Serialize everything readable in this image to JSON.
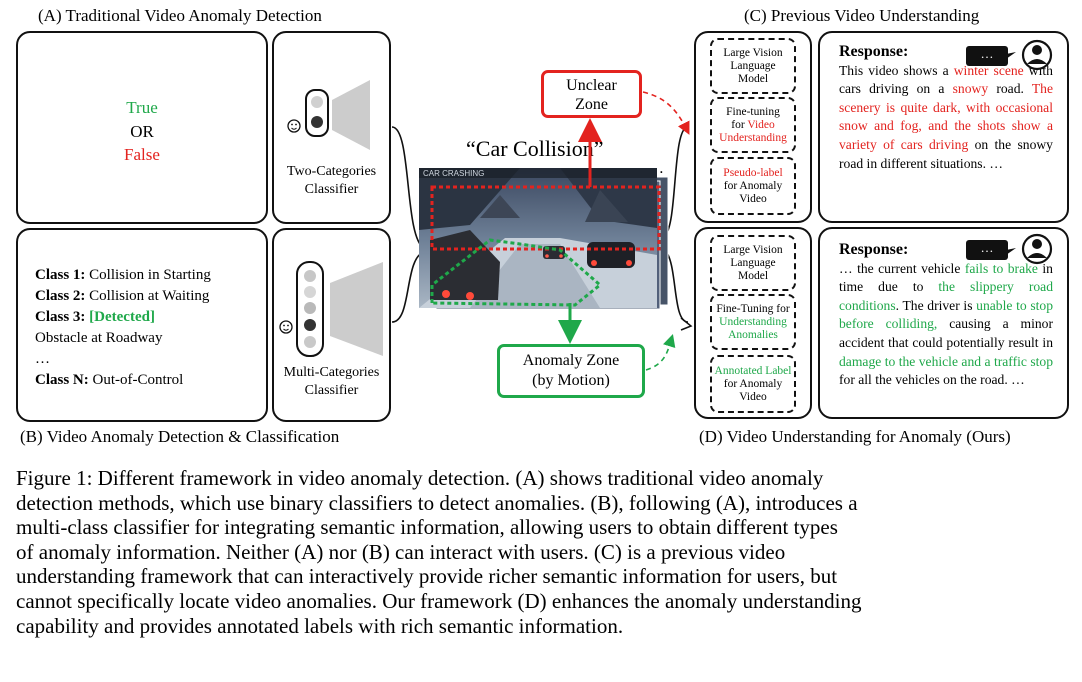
{
  "panels": {
    "a_title": "(A) Traditional Video Anomaly Detection",
    "b_title": "(B) Video Anomaly Detection & Classification",
    "c_title": "(C) Previous Video Understanding",
    "d_title": "(D) Video Understanding for Anomaly (Ours)"
  },
  "panel_a": {
    "true_text": "True",
    "or_text": "OR",
    "false_text": "False",
    "classifier": [
      "Two-Categories",
      "Classifier"
    ]
  },
  "panel_b": {
    "classes": [
      {
        "label": "Class 1:",
        "text": " Collision in Starting"
      },
      {
        "label": "Class 2:",
        "text": " Collision at Waiting"
      },
      {
        "label": "Class 3:",
        "text": " ",
        "detected": "[Detected]"
      },
      {
        "label": "",
        "text": "Obstacle at Roadway"
      },
      {
        "label": "",
        "text": "…"
      },
      {
        "label": "Class N:",
        "text": " Out-of-Control"
      }
    ],
    "classifier": [
      "Multi-Categories",
      "Classifier"
    ]
  },
  "center": {
    "quote": "“Car Collision”",
    "dots": "…",
    "frame_text": "CAR CRASHING",
    "unclear_zone": [
      "Unclear",
      "Zone"
    ],
    "anomaly_zone": [
      "Anomaly Zone",
      "(by Motion)"
    ]
  },
  "panel_c": {
    "lvlm": [
      "Large Vision",
      "Language",
      "Model"
    ],
    "finetune": [
      "Fine-tuning",
      "for ",
      "Video",
      "Understanding"
    ],
    "pseudo": [
      "Pseudo-label",
      "for Anomaly",
      "Video"
    ],
    "bubble": "…",
    "response_title": "Response:",
    "response": [
      {
        "t": "This video shows a ",
        "c": ""
      },
      {
        "t": "winter scene",
        "c": "red"
      },
      {
        "t": " with cars driving on a ",
        "c": ""
      },
      {
        "t": "snowy",
        "c": "red"
      },
      {
        "t": " road. ",
        "c": ""
      },
      {
        "t": "The scenery is quite dark, with occasional snow and fog, and the shots show a variety of cars driving",
        "c": "red"
      },
      {
        "t": " on the snowy road in different situations. …",
        "c": ""
      }
    ]
  },
  "panel_d": {
    "lvlm": [
      "Large Vision",
      "Language",
      "Model"
    ],
    "finetune": [
      "Fine-Tuning for",
      "Understanding",
      "Anomalies"
    ],
    "annotated": [
      "Annotated Label",
      "for Anomaly",
      "Video"
    ],
    "bubble": "…",
    "response_title": "Response:",
    "response": [
      {
        "t": "… the current vehicle ",
        "c": ""
      },
      {
        "t": "fails to brake",
        "c": "green"
      },
      {
        "t": " in time due to ",
        "c": ""
      },
      {
        "t": "the slippery road conditions",
        "c": "green"
      },
      {
        "t": ". The driver is ",
        "c": ""
      },
      {
        "t": "unable to stop before colliding,",
        "c": "green"
      },
      {
        "t": " causing a minor accident that could potentially result in ",
        "c": ""
      },
      {
        "t": "damage to the vehicle and a traffic stop",
        "c": "green"
      },
      {
        "t": " for all the vehicles on the road. …",
        "c": ""
      }
    ]
  },
  "caption": [
    "Figure 1: Different framework in video anomaly detection. (A) shows traditional video anomaly",
    "detection methods, which use binary classifiers to detect anomalies. (B), following (A), introduces a",
    "multi-class classifier for integrating semantic information, allowing users to obtain different types",
    "of anomaly information.  Neither (A) nor (B) can interact with users.  (C) is a previous video",
    "understanding framework that can interactively provide richer semantic information for users, but",
    "cannot specifically locate video anomalies. Our framework (D) enhances the anomaly understanding",
    "capability and provides annotated labels with rich semantic information."
  ],
  "colors": {
    "red": "#e3231f",
    "green": "#1fa84a"
  }
}
